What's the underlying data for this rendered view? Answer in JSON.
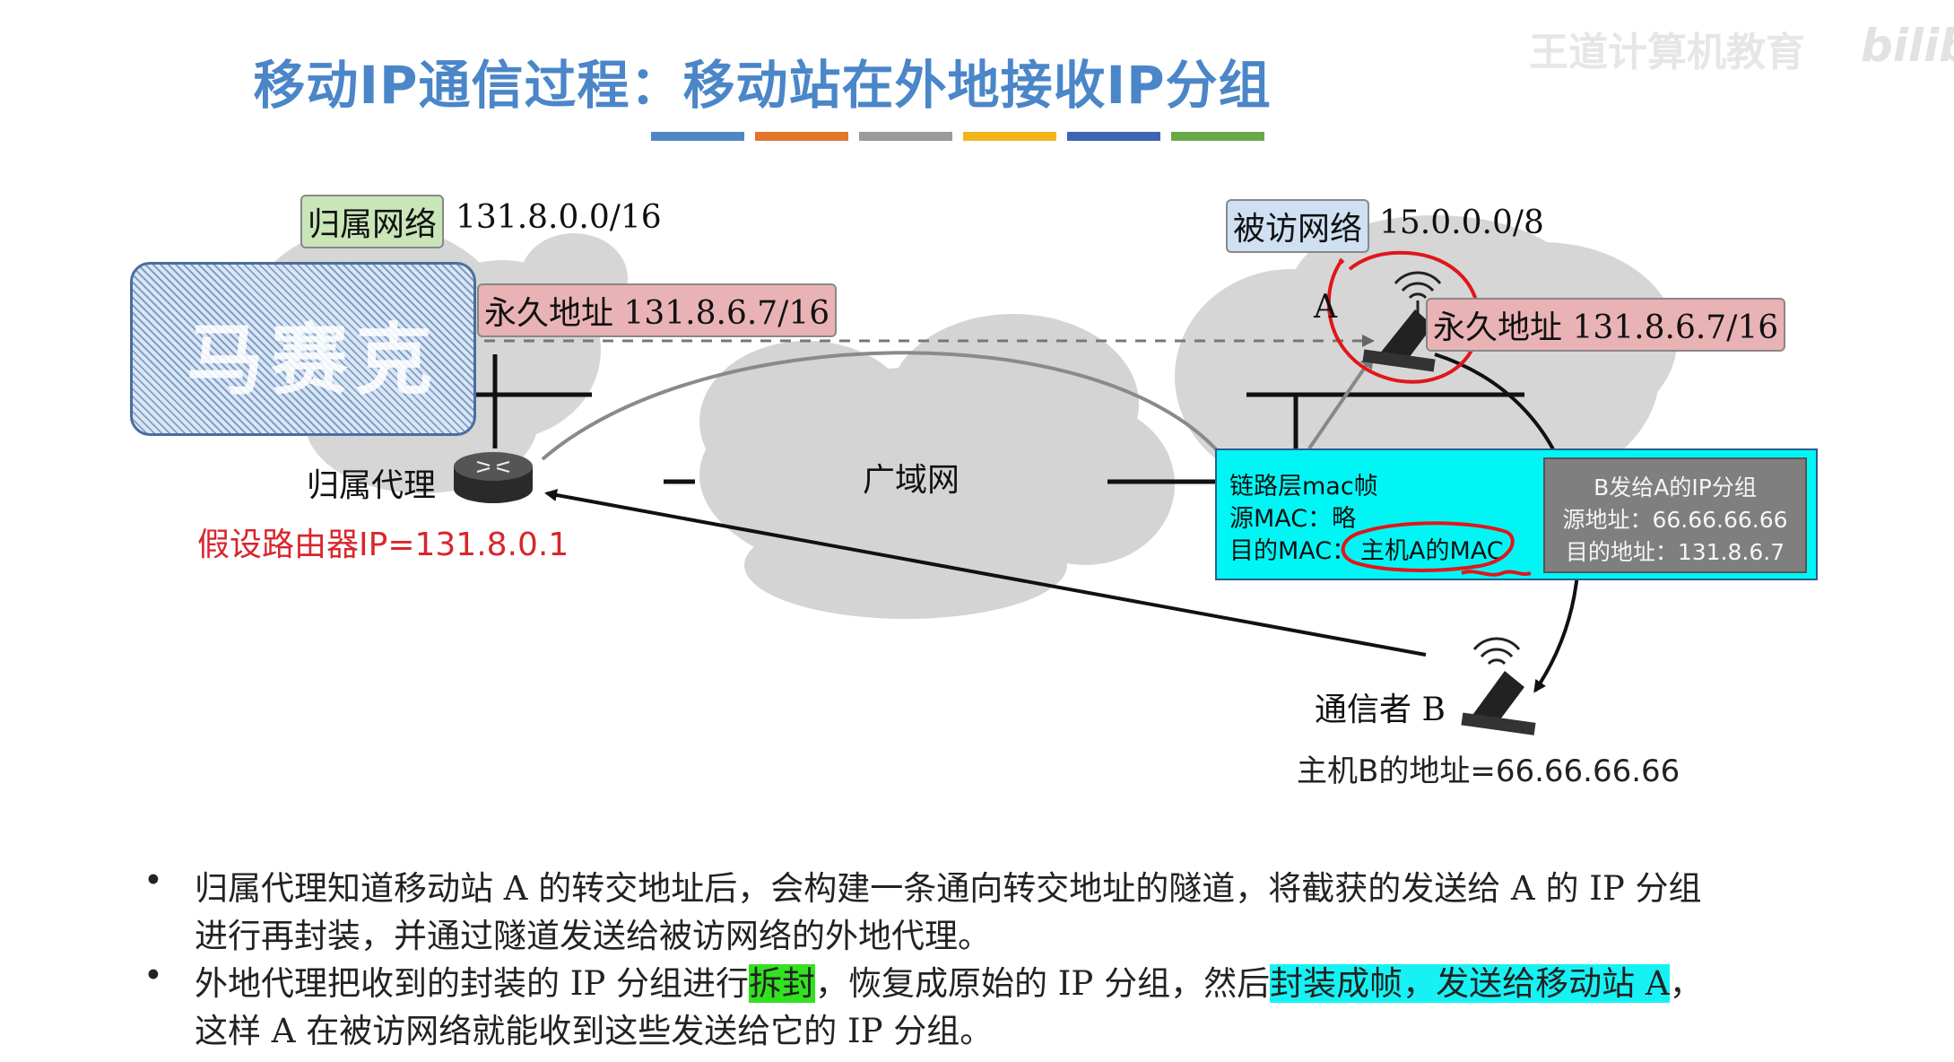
{
  "title": "移动IP通信过程：移动站在外地接收IP分组",
  "title_bar_colors": [
    "#4f86c6",
    "#e2762c",
    "#9a9a9a",
    "#f2b51c",
    "#3f64b5",
    "#69a84a"
  ],
  "watermark": {
    "top_right": "王道计算机教育",
    "logo": "bilibili"
  },
  "home_network": {
    "tag": "归属网络",
    "prefix": "131.8.0.0/16",
    "tag_color": "#c8e6b8"
  },
  "visited_network": {
    "tag": "被访网络",
    "prefix": "15.0.0.0/8",
    "tag_color": "#cfe0f2"
  },
  "obscured_box_text": "马赛克",
  "permanent_address_home": "永久地址 131.8.6.7/16",
  "permanent_address_visited": "永久地址 131.8.6.7/16",
  "wan_label": "广域网",
  "home_agent_label": "归属代理",
  "router_ip_note": "假设路由器IP=131.8.0.1",
  "mobile_station_label": "A",
  "correspondent_label": "通信者 B",
  "host_b_address": "主机B的地址=66.66.66.66",
  "mac_frame": {
    "title": "链路层mac帧",
    "src": "源MAC：略",
    "dst_prefix": "目的MAC：",
    "dst_value": "主机A的MAC",
    "bg": "#00f6f5"
  },
  "ip_packet": {
    "title": "B发给A的IP分组",
    "src": "源地址：66.66.66.66",
    "dst": "目的地址：131.8.6.7",
    "bg": "#7f7f7f"
  },
  "bullets": [
    {
      "line1": "归属代理知道移动站 A 的转交地址后，会构建一条通向转交地址的隧道，将截获的发送给 A 的 IP 分组",
      "line2": "进行再封装，并通过隧道发送给被访网络的外地代理。"
    },
    {
      "line1_a": "外地代理把收到的封装的 IP 分组进行",
      "line1_hl1": "拆封",
      "line1_b": "，恢复成原始的 IP 分组，然后",
      "line1_hl2": "封装成帧，发送给移动站 A",
      "line1_c": "，",
      "line2": "这样 A 在被访网络就能收到这些发送给它的 IP 分组。"
    }
  ],
  "bullet_symbol": "•",
  "colors": {
    "title": "#4a86c8",
    "annotation_red": "#e0161b",
    "router_note": "#d8262c",
    "permanent_tag": "#e9b3b6"
  }
}
